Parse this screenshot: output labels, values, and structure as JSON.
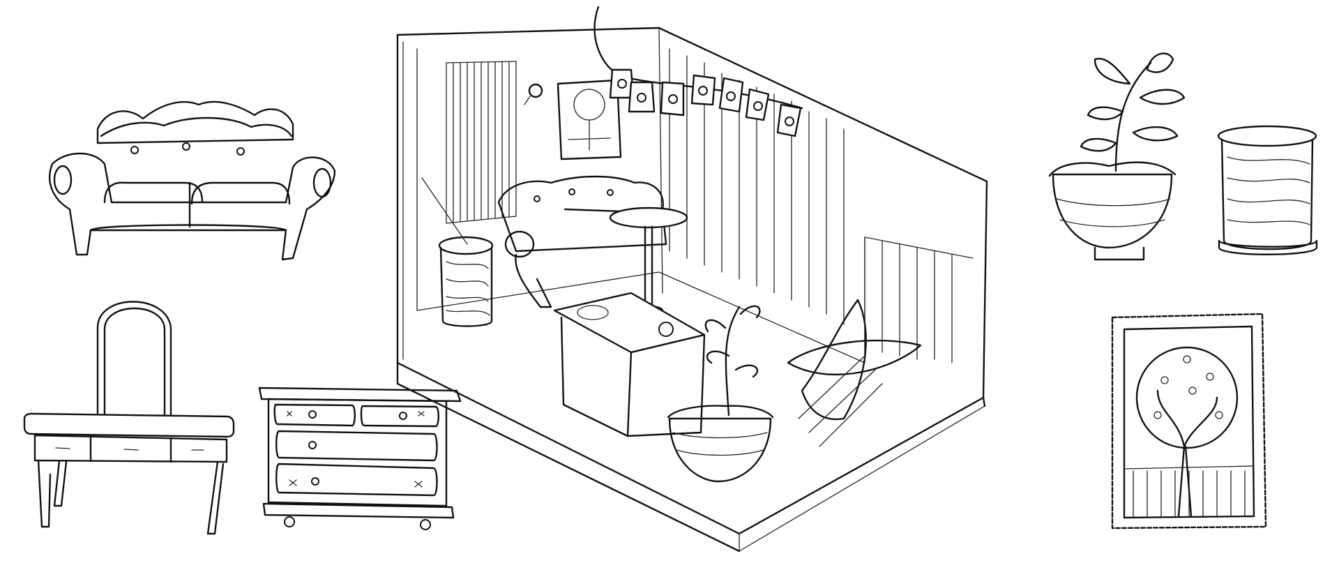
{
  "scene": {
    "ink_color": "#111111",
    "paper_color": "#ffffff",
    "objects": [
      "sofa-illustration",
      "vanity-table-illustration",
      "dresser-illustration",
      "room-illustration",
      "potted-plant-illustration",
      "thread-spool-illustration",
      "stamp-frame-illustration"
    ]
  }
}
